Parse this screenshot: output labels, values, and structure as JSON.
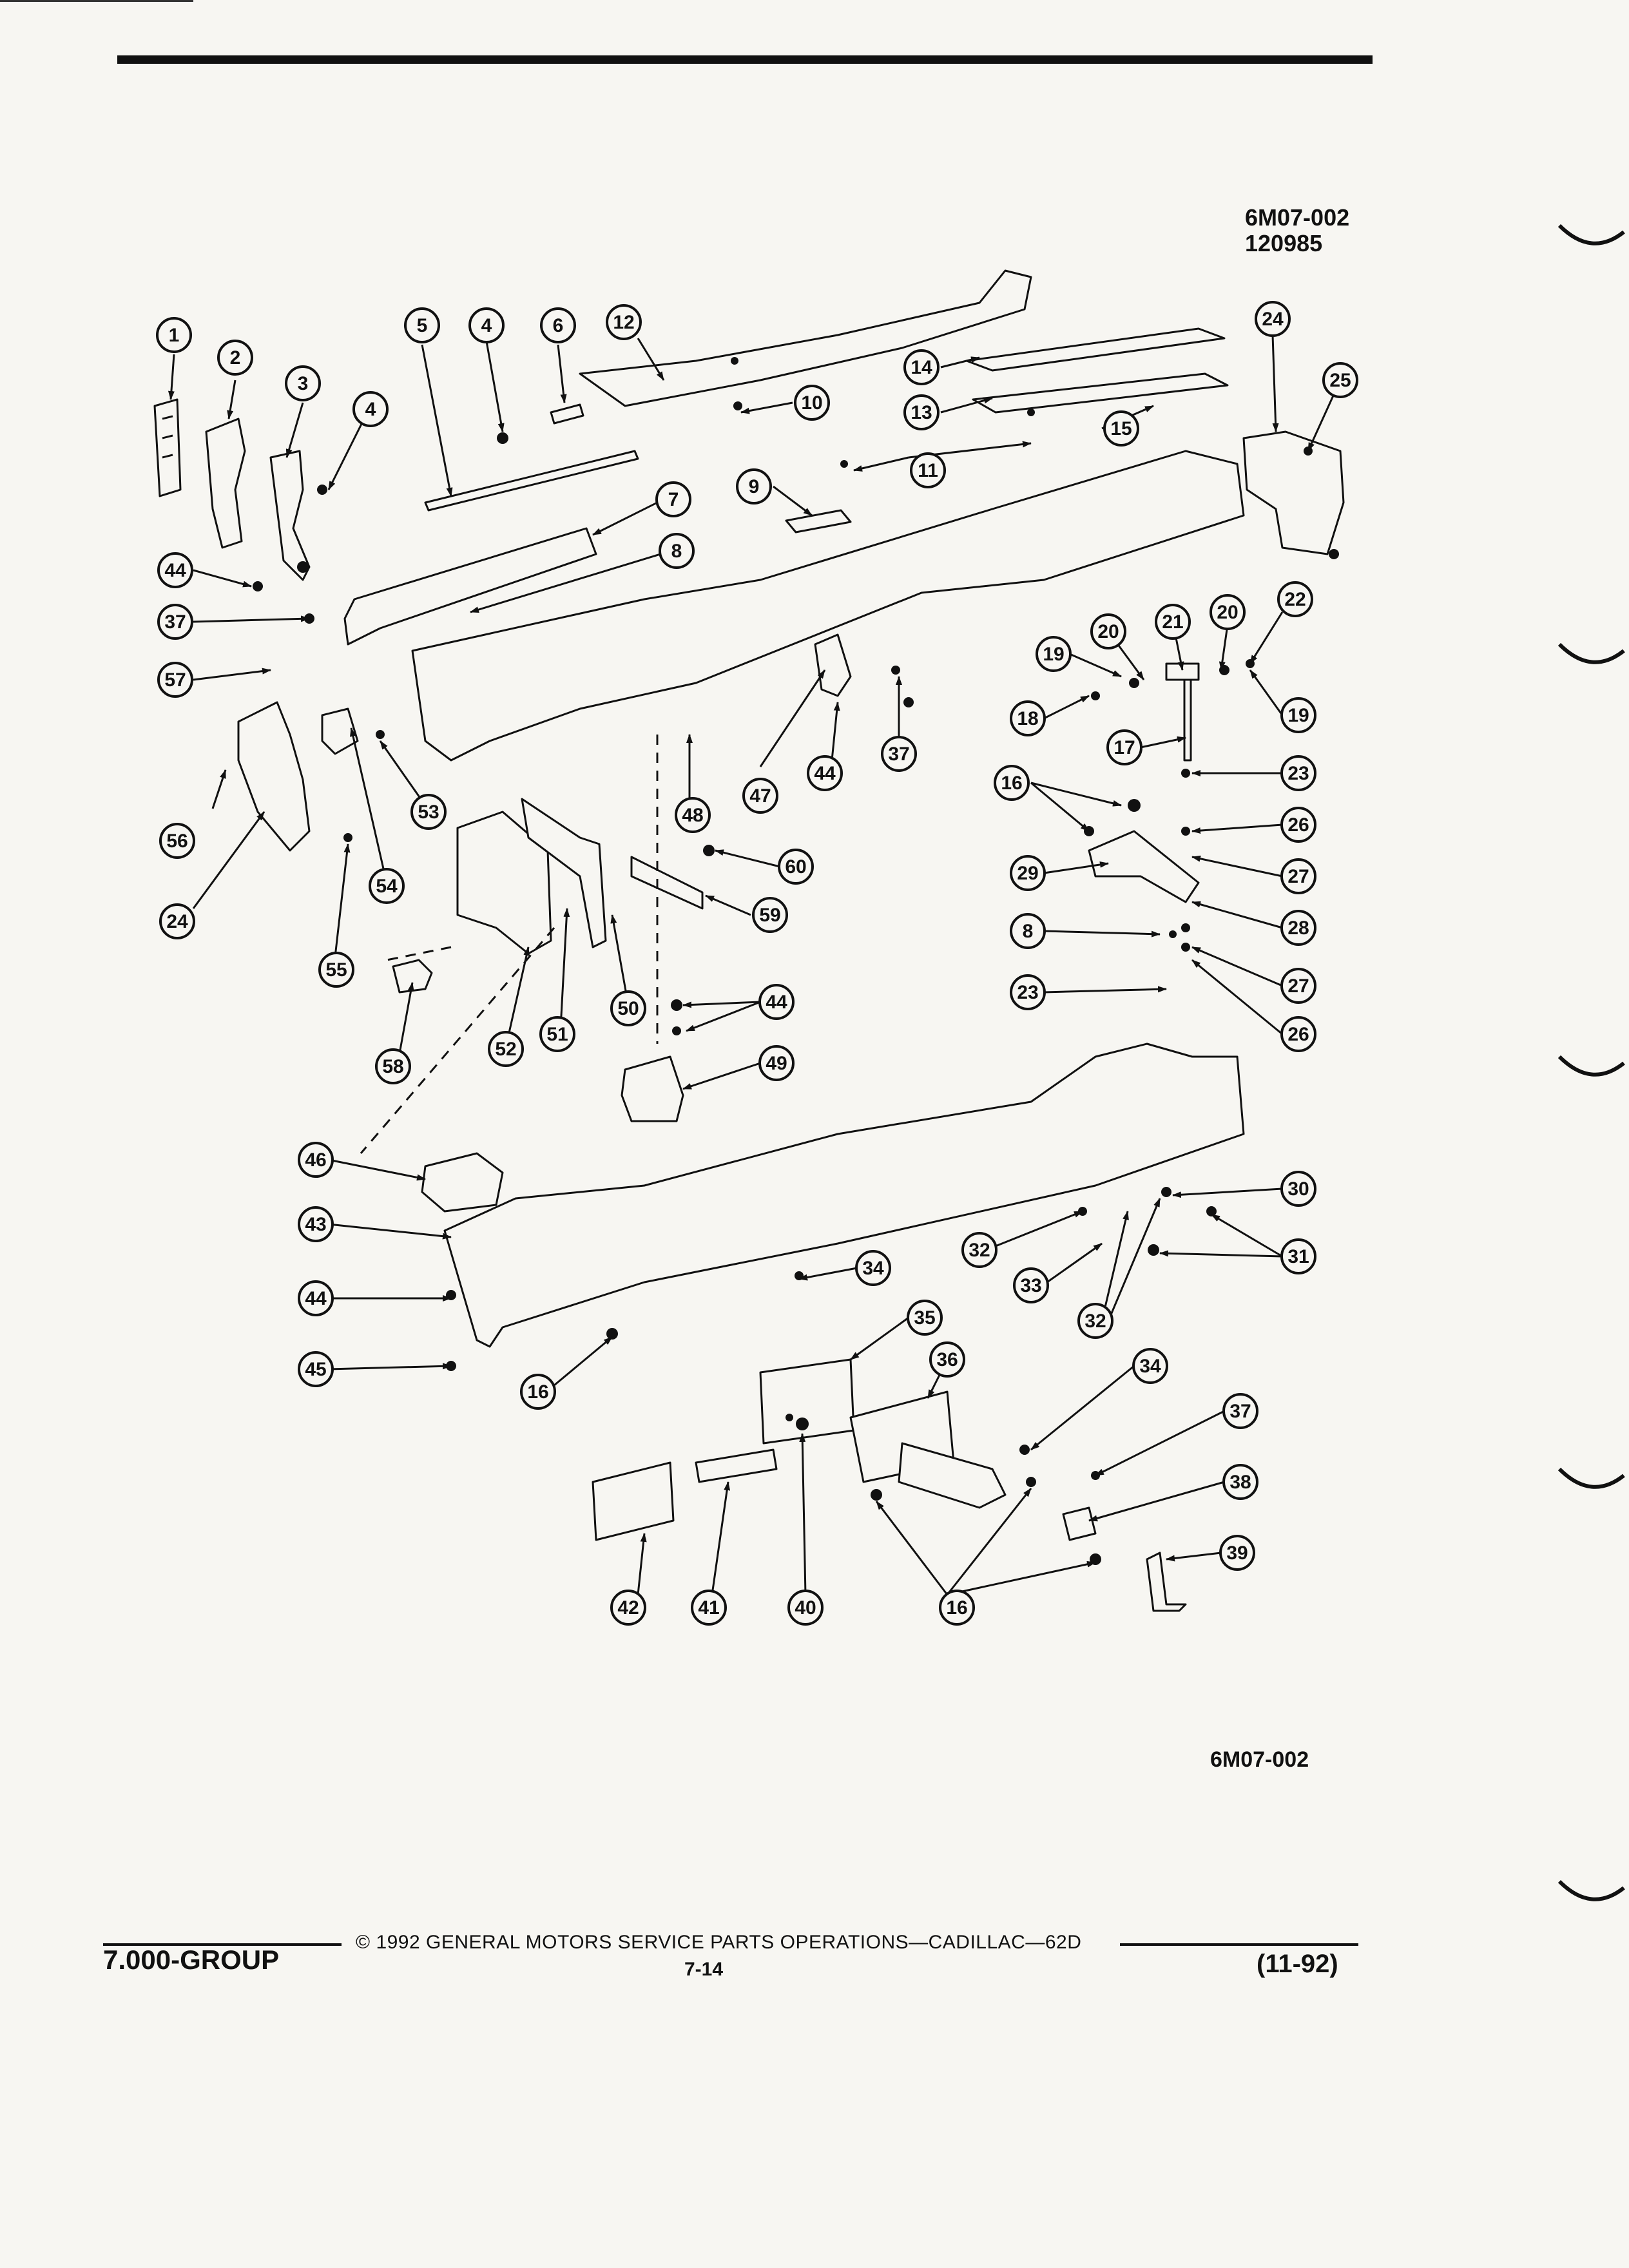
{
  "document": {
    "figure_id_line1": "6M07-002",
    "figure_id_line2": "120985",
    "figure_caption": "6M07-002",
    "footer_group": "7.000-GROUP",
    "footer_copyright": "© 1992 GENERAL MOTORS SERVICE PARTS OPERATIONS—CADILLAC—62D",
    "footer_page": "7-14",
    "footer_date": "(11-92)"
  },
  "callouts": [
    {
      "n": "1"
    },
    {
      "n": "2"
    },
    {
      "n": "3"
    },
    {
      "n": "4"
    },
    {
      "n": "5"
    },
    {
      "n": "4"
    },
    {
      "n": "6"
    },
    {
      "n": "12"
    },
    {
      "n": "14"
    },
    {
      "n": "13"
    },
    {
      "n": "10"
    },
    {
      "n": "15"
    },
    {
      "n": "24"
    },
    {
      "n": "25"
    },
    {
      "n": "11"
    },
    {
      "n": "9"
    },
    {
      "n": "7"
    },
    {
      "n": "8"
    },
    {
      "n": "44"
    },
    {
      "n": "37"
    },
    {
      "n": "57"
    },
    {
      "n": "19"
    },
    {
      "n": "20"
    },
    {
      "n": "21"
    },
    {
      "n": "20"
    },
    {
      "n": "22"
    },
    {
      "n": "19"
    },
    {
      "n": "18"
    },
    {
      "n": "17"
    },
    {
      "n": "16"
    },
    {
      "n": "23"
    },
    {
      "n": "26"
    },
    {
      "n": "27"
    },
    {
      "n": "29"
    },
    {
      "n": "28"
    },
    {
      "n": "8"
    },
    {
      "n": "27"
    },
    {
      "n": "23"
    },
    {
      "n": "26"
    },
    {
      "n": "56"
    },
    {
      "n": "24"
    },
    {
      "n": "53"
    },
    {
      "n": "54"
    },
    {
      "n": "55"
    },
    {
      "n": "48"
    },
    {
      "n": "47"
    },
    {
      "n": "44"
    },
    {
      "n": "37"
    },
    {
      "n": "60"
    },
    {
      "n": "59"
    },
    {
      "n": "58"
    },
    {
      "n": "52"
    },
    {
      "n": "51"
    },
    {
      "n": "50"
    },
    {
      "n": "44"
    },
    {
      "n": "49"
    },
    {
      "n": "46"
    },
    {
      "n": "43"
    },
    {
      "n": "44"
    },
    {
      "n": "45"
    },
    {
      "n": "16"
    },
    {
      "n": "34"
    },
    {
      "n": "32"
    },
    {
      "n": "33"
    },
    {
      "n": "32"
    },
    {
      "n": "30"
    },
    {
      "n": "31"
    },
    {
      "n": "35"
    },
    {
      "n": "36"
    },
    {
      "n": "34"
    },
    {
      "n": "37"
    },
    {
      "n": "38"
    },
    {
      "n": "39"
    },
    {
      "n": "42"
    },
    {
      "n": "41"
    },
    {
      "n": "40"
    },
    {
      "n": "16"
    }
  ]
}
